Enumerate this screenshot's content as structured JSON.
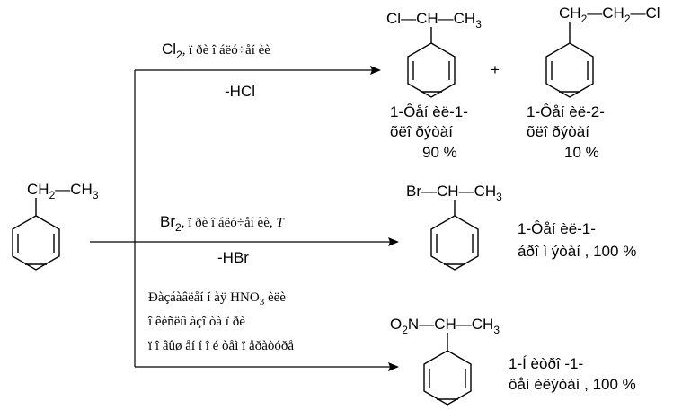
{
  "reactant": {
    "formula": "CH",
    "sub": "2",
    "tail": "CH",
    "sub2": "3"
  },
  "arrow1": {
    "reagent": "Cl",
    "reagent_sub": "2",
    "condition": ", ï ðè î áëó÷åí èè",
    "byproduct": "-HCl"
  },
  "arrow2": {
    "reagent": "Br",
    "reagent_sub": "2",
    "condition": ", ï ðè î áëó÷åí èè, ",
    "condition_italic": "T",
    "byproduct": "-HBr"
  },
  "arrow3": {
    "line1_a": "Ðàçáàâëåí í àÿ HNO",
    "line1_sub": "3",
    "line1_b": " èëè",
    "line2": "î êèñëû  àçî òà ï ðè",
    "line3": "ï î âûø åí í î é  òåì ï åðàòóðå"
  },
  "product1": {
    "group": "Cl",
    "ch": "CH",
    "ch3": "CH",
    "ch3_sub": "3",
    "name_line1": "1-Ôåí èë-1-",
    "name_line2": "õëî ðýòàí",
    "yield": "90 %"
  },
  "plus": "+",
  "product2": {
    "ch2": "CH",
    "ch2_sub": "2",
    "ch2b": "CH",
    "ch2b_sub": "2",
    "group": "Cl",
    "name_line1": "1-Ôåí èë-2-",
    "name_line2": "õëî ðýòàí",
    "yield": "10 %"
  },
  "product3": {
    "group": "Br",
    "ch": "CH",
    "ch3": "CH",
    "ch3_sub": "3",
    "name_line1": "1-Ôåí èë-1-",
    "name_line2": "áðî ì ýòàí , 100 %"
  },
  "product4": {
    "group": "O",
    "group_sub": "2",
    "group_n": "N",
    "ch": "CH",
    "ch3": "CH",
    "ch3_sub": "3",
    "name_line1": "1-Í èòðî -1-",
    "name_line2": "ôåí èëýòàí , 100 %"
  }
}
